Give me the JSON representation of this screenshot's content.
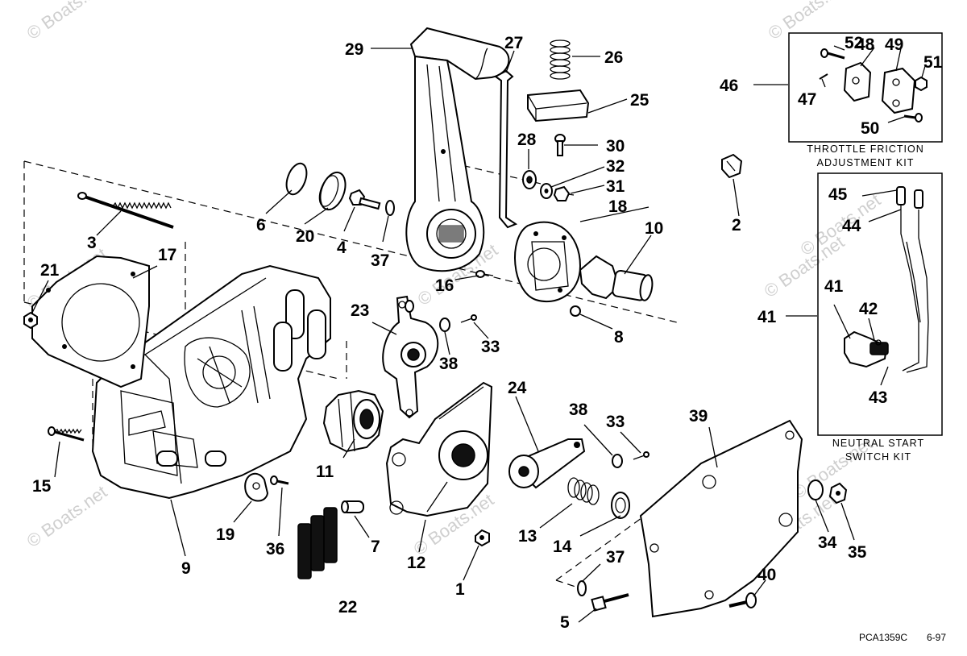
{
  "callouts": [
    {
      "id": "c1",
      "text": "1"
    },
    {
      "id": "c2",
      "text": "2"
    },
    {
      "id": "c3",
      "text": "3"
    },
    {
      "id": "c4",
      "text": "4"
    },
    {
      "id": "c5",
      "text": "5"
    },
    {
      "id": "c6",
      "text": "6"
    },
    {
      "id": "c7",
      "text": "7"
    },
    {
      "id": "c8",
      "text": "8"
    },
    {
      "id": "c9",
      "text": "9"
    },
    {
      "id": "c10",
      "text": "10"
    },
    {
      "id": "c11",
      "text": "11"
    },
    {
      "id": "c12",
      "text": "12"
    },
    {
      "id": "c13",
      "text": "13"
    },
    {
      "id": "c14",
      "text": "14"
    },
    {
      "id": "c15",
      "text": "15"
    },
    {
      "id": "c16",
      "text": "16"
    },
    {
      "id": "c17",
      "text": "17"
    },
    {
      "id": "c18",
      "text": "18"
    },
    {
      "id": "c19",
      "text": "19"
    },
    {
      "id": "c20",
      "text": "20"
    },
    {
      "id": "c21",
      "text": "21"
    },
    {
      "id": "c22",
      "text": "22"
    },
    {
      "id": "c23",
      "text": "23"
    },
    {
      "id": "c24",
      "text": "24"
    },
    {
      "id": "c25",
      "text": "25"
    },
    {
      "id": "c26",
      "text": "26"
    },
    {
      "id": "c27",
      "text": "27"
    },
    {
      "id": "c28",
      "text": "28"
    },
    {
      "id": "c29",
      "text": "29"
    },
    {
      "id": "c30",
      "text": "30"
    },
    {
      "id": "c31",
      "text": "31"
    },
    {
      "id": "c32",
      "text": "32"
    },
    {
      "id": "c33a",
      "text": "33"
    },
    {
      "id": "c33b",
      "text": "33"
    },
    {
      "id": "c34",
      "text": "34"
    },
    {
      "id": "c35",
      "text": "35"
    },
    {
      "id": "c36",
      "text": "36"
    },
    {
      "id": "c37a",
      "text": "37"
    },
    {
      "id": "c37b",
      "text": "37"
    },
    {
      "id": "c38a",
      "text": "38"
    },
    {
      "id": "c38b",
      "text": "38"
    },
    {
      "id": "c39",
      "text": "39"
    },
    {
      "id": "c40",
      "text": "40"
    },
    {
      "id": "c41a",
      "text": "41"
    },
    {
      "id": "c41b",
      "text": "41"
    },
    {
      "id": "c42",
      "text": "42"
    },
    {
      "id": "c43",
      "text": "43"
    },
    {
      "id": "c44",
      "text": "44"
    },
    {
      "id": "c45",
      "text": "45"
    },
    {
      "id": "c46",
      "text": "46"
    },
    {
      "id": "c47",
      "text": "47"
    },
    {
      "id": "c48",
      "text": "48"
    },
    {
      "id": "c49",
      "text": "49"
    },
    {
      "id": "c50",
      "text": "50"
    },
    {
      "id": "c51",
      "text": "51"
    },
    {
      "id": "c52",
      "text": "52"
    }
  ],
  "kits": {
    "throttle_friction": {
      "line1": "THROTTLE FRICTION",
      "line2": "ADJUSTMENT KIT"
    },
    "neutral_start": {
      "line1": "NEUTRAL START",
      "line2": "SWITCH KIT"
    }
  },
  "footer": {
    "code": "PCA1359C",
    "date": "6-97"
  },
  "watermark": {
    "text": "© Boats.net"
  }
}
